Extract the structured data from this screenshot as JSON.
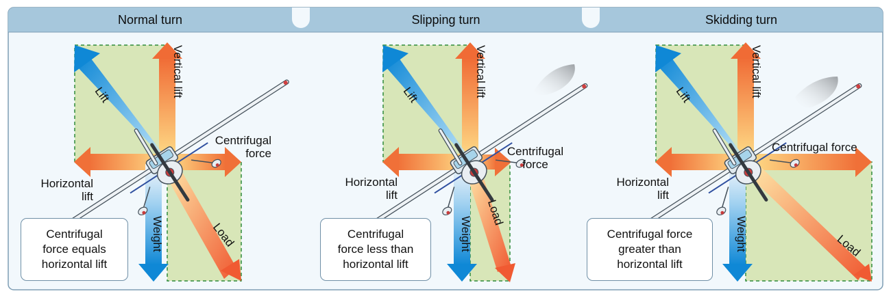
{
  "panels": [
    {
      "title": "Normal turn",
      "labels": {
        "vertical_lift": "Vertical lift",
        "lift": "Lift",
        "centrifugal_force": "Centrifugal\nforce",
        "horizontal_lift": "Horizontal\nlift",
        "weight": "Weight",
        "load": "Load"
      },
      "note": "Centrifugal\nforce equals\nhorizontal lift"
    },
    {
      "title": "Slipping turn",
      "labels": {
        "vertical_lift": "Vertical lift",
        "lift": "Lift",
        "centrifugal_force": "Centrifugal\nforce",
        "horizontal_lift": "Horizontal\nlift",
        "weight": "Weight",
        "load": "Load"
      },
      "note": "Centrifugal\nforce less than\nhorizontal lift"
    },
    {
      "title": "Skidding turn",
      "labels": {
        "vertical_lift": "Vertical lift",
        "lift": "Lift",
        "centrifugal_force": "Centrifugal force",
        "horizontal_lift": "Horizontal\nlift",
        "weight": "Weight",
        "load": "Load"
      },
      "note": "Centrifugal force\ngreater than\nhorizontal lift"
    }
  ],
  "colors": {
    "frame_border": "#7e9db4",
    "header_band": "#a6c7dc",
    "panel_background": "#f2f8fc",
    "force_parallelogram": "#d8e6b8",
    "dashed_outline": "#2e8a3a",
    "lift_arrow": "#1a8fd8",
    "weight_arrow": "#1a8fd8",
    "vertical_arrow": "#ef7a3a",
    "load_arrow": "#ef6a3a",
    "airplane_body": "#e9eef2",
    "airplane_window": "#a7d4ea"
  }
}
